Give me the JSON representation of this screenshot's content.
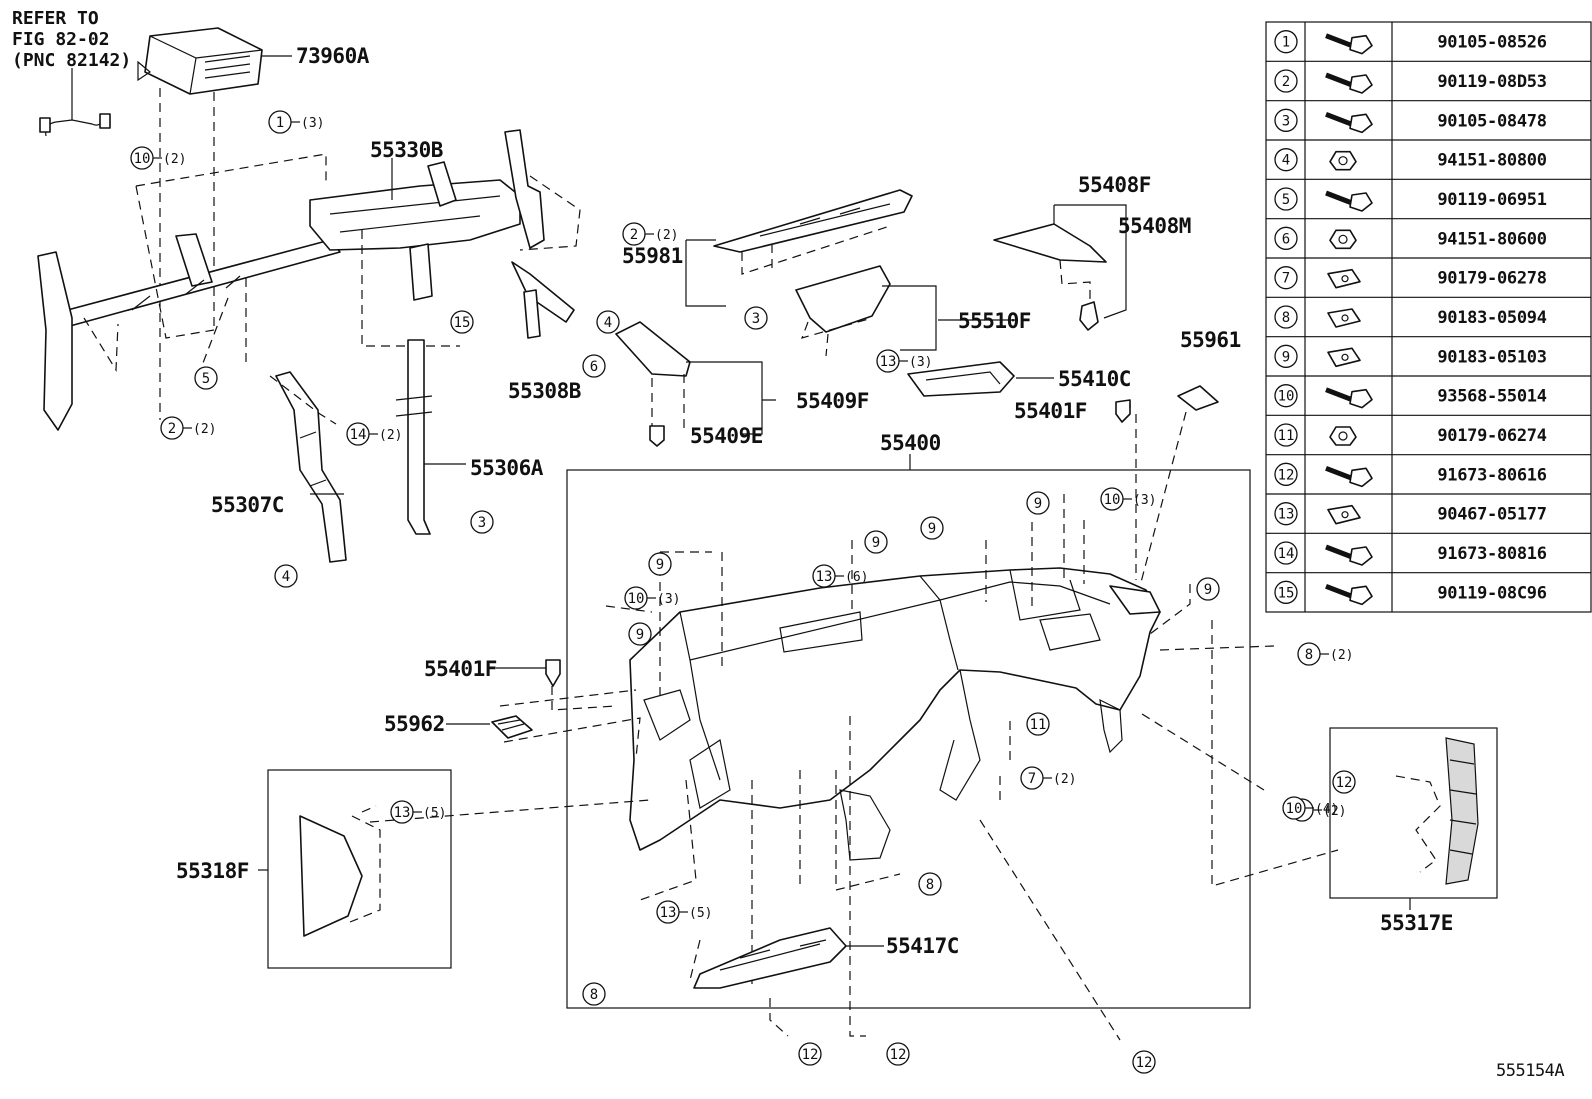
{
  "diagram": {
    "reference_note": [
      "REFER TO",
      "FIG 82-02",
      "(PNC 82142)"
    ],
    "figure_code": "555154A",
    "part_labels": {
      "p73960A": "73960A",
      "p55330B": "55330B",
      "p55408F": "55408F",
      "p55408M": "55408M",
      "p55981": "55981",
      "p55510F": "55510F",
      "p55961": "55961",
      "p55410C": "55410C",
      "p55401F_top": "55401F",
      "p55409F": "55409F",
      "p55409E": "55409E",
      "p55308B": "55308B",
      "p55400": "55400",
      "p55306A": "55306A",
      "p55307C": "55307C",
      "p55401F_mid": "55401F",
      "p55962": "55962",
      "p55318F": "55318F",
      "p55417C": "55417C",
      "p55317E": "55317E"
    },
    "fastener_table": [
      {
        "num": "1",
        "part": "90105-08526"
      },
      {
        "num": "2",
        "part": "90119-08D53"
      },
      {
        "num": "3",
        "part": "90105-08478"
      },
      {
        "num": "4",
        "part": "94151-80800"
      },
      {
        "num": "5",
        "part": "90119-06951"
      },
      {
        "num": "6",
        "part": "94151-80600"
      },
      {
        "num": "7",
        "part": "90179-06278"
      },
      {
        "num": "8",
        "part": "90183-05094"
      },
      {
        "num": "9",
        "part": "90183-05103"
      },
      {
        "num": "10",
        "part": "93568-55014"
      },
      {
        "num": "11",
        "part": "90179-06274"
      },
      {
        "num": "12",
        "part": "91673-80616"
      },
      {
        "num": "13",
        "part": "90467-05177"
      },
      {
        "num": "14",
        "part": "91673-80816"
      },
      {
        "num": "15",
        "part": "90119-08C96"
      }
    ],
    "callouts": [
      {
        "num": "10",
        "qty": "(2)"
      },
      {
        "num": "1",
        "qty": "(3)"
      },
      {
        "num": "2",
        "qty": "(2)"
      },
      {
        "num": "15",
        "qty": ""
      },
      {
        "num": "4",
        "qty": ""
      },
      {
        "num": "6",
        "qty": ""
      },
      {
        "num": "5",
        "qty": ""
      },
      {
        "num": "2",
        "qty": "(2)"
      },
      {
        "num": "14",
        "qty": "(2)"
      },
      {
        "num": "4",
        "qty": ""
      },
      {
        "num": "3",
        "qty": ""
      },
      {
        "num": "3",
        "qty": ""
      },
      {
        "num": "13",
        "qty": "(3)"
      },
      {
        "num": "13",
        "qty": "(6)"
      },
      {
        "num": "9",
        "qty": ""
      },
      {
        "num": "9",
        "qty": ""
      },
      {
        "num": "10",
        "qty": "(3)"
      },
      {
        "num": "9",
        "qty": ""
      },
      {
        "num": "9",
        "qty": ""
      },
      {
        "num": "10",
        "qty": "(3)"
      },
      {
        "num": "9",
        "qty": ""
      },
      {
        "num": "9",
        "qty": ""
      },
      {
        "num": "8",
        "qty": "(2)"
      },
      {
        "num": "11",
        "qty": ""
      },
      {
        "num": "7",
        "qty": "(2)"
      },
      {
        "num": "7",
        "qty": "(2)"
      },
      {
        "num": "12",
        "qty": ""
      },
      {
        "num": "13",
        "qty": "(5)"
      },
      {
        "num": "13",
        "qty": "(5)"
      },
      {
        "num": "8",
        "qty": ""
      },
      {
        "num": "8",
        "qty": ""
      },
      {
        "num": "10",
        "qty": "(4)"
      },
      {
        "num": "12",
        "qty": ""
      },
      {
        "num": "12",
        "qty": ""
      },
      {
        "num": "12",
        "qty": ""
      }
    ]
  }
}
